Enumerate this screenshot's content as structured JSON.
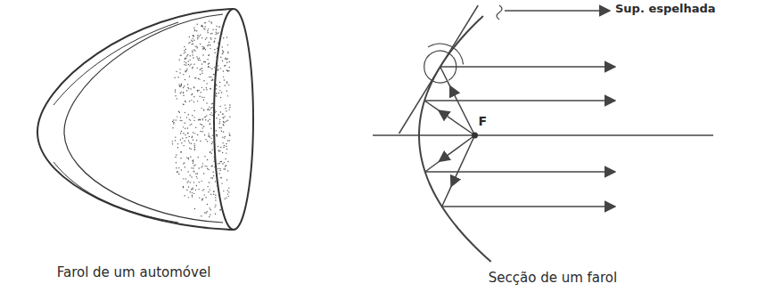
{
  "diagram": {
    "labels": [
      "Farol de um automóvel",
      "Secção de um farol",
      "Sup. espelhada",
      "F"
    ]
  }
}
